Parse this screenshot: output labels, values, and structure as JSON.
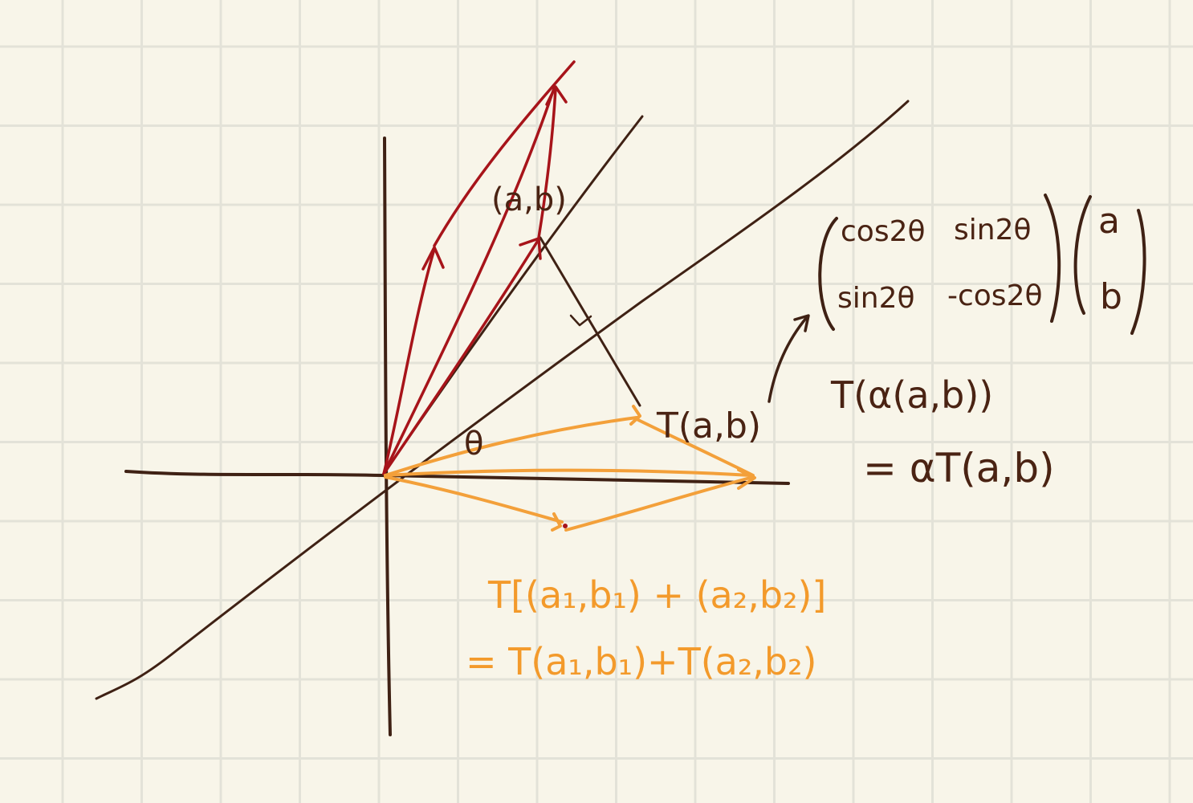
{
  "colors": {
    "paper": "#f8f5e9",
    "grid": "#e3e2d8",
    "ink_brown": "#3f2114",
    "ink_red": "#a7141a",
    "ink_orange": "#f3a03a"
  },
  "labels": {
    "point_ab": "(a,b)",
    "theta": "θ",
    "t_ab": "T(a,b)"
  },
  "matrix": {
    "r1c1": "cos2θ",
    "r1c2": "sin2θ",
    "r2c1": "sin2θ",
    "r2c2": "-cos2θ",
    "v1": "a",
    "v2": "b"
  },
  "homogeneity": {
    "line1": "T(α(a,b))",
    "line2": "= αT(a,b)"
  },
  "additivity": {
    "line1": "T[(a₁,b₁) + (a₂,b₂)]",
    "line2": "= T(a₁,b₁)+T(a₂,b₂)"
  }
}
